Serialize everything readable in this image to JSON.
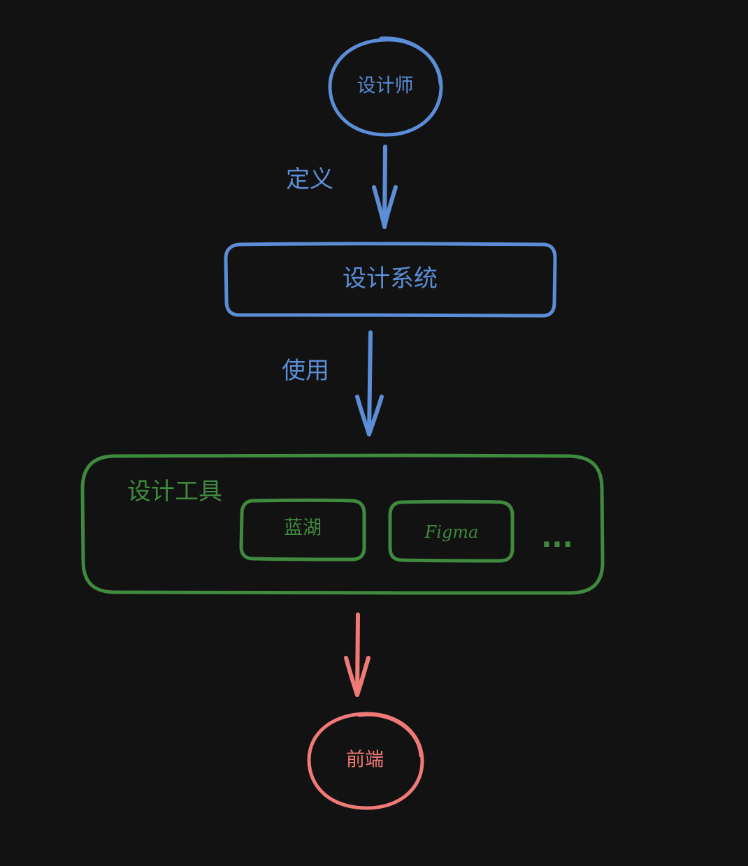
{
  "colors": {
    "background": "#121212",
    "blue": "#5b8ed6",
    "green": "#3f8a3f",
    "red": "#f07a76"
  },
  "nodes": {
    "designer": "设计师",
    "design_system": "设计系统",
    "design_tools": "设计工具",
    "tool_lanhu": "蓝湖",
    "tool_figma": "Figma",
    "tool_more": "...",
    "frontend": "前端"
  },
  "edges": {
    "define": "定义",
    "use": "使用"
  }
}
